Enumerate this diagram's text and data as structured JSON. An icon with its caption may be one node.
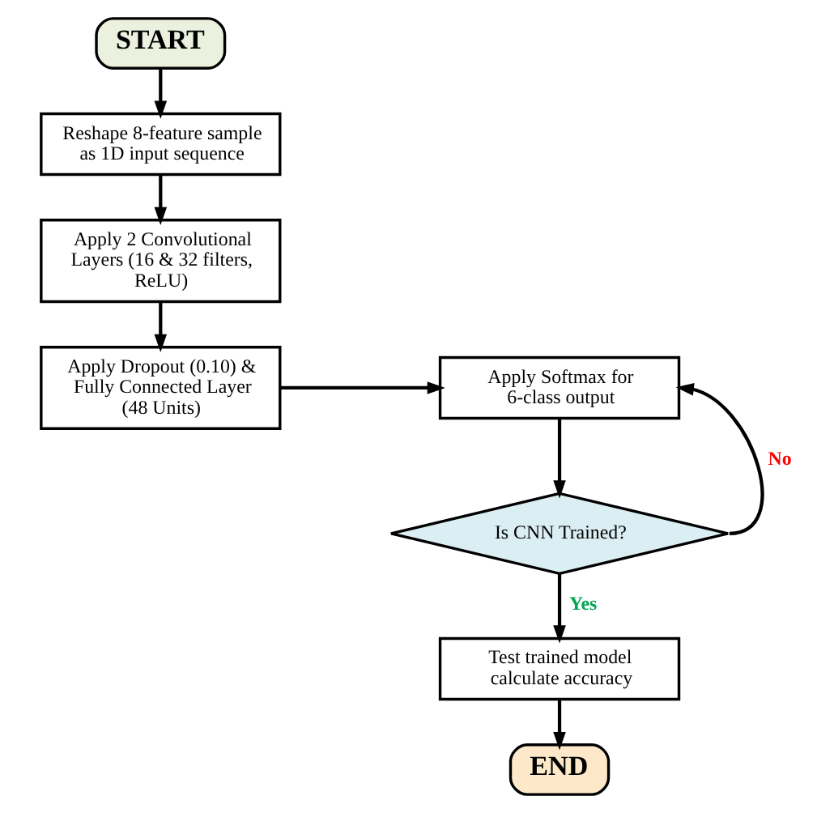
{
  "diagram": {
    "nodes": [
      {
        "text": [
          "START"
        ]
      },
      {
        "text": [
          "Reshape 8-feature sample as 1D input sequence"
        ]
      },
      {
        "text": [
          "Apply 2 Convolutional Layers (16 & 32 filters, ReLU)"
        ]
      },
      {
        "text": [
          "Apply Dropout (0.10) & Fully Connected Layer (48 Units)"
        ]
      },
      {
        "text": [
          "Apply Softmax for 6-class output"
        ]
      },
      {
        "text": [
          "Is CNN Trained?"
        ]
      },
      {
        "text": [
          "Test trained model calculate accuracy"
        ]
      },
      {
        "text": [
          "END"
        ]
      }
    ],
    "edges": [
      {
        "from": 0,
        "to": 1,
        "arrow": "to"
      },
      {
        "from": 1,
        "to": 2,
        "arrow": "to"
      },
      {
        "from": 2,
        "to": 3,
        "arrow": "to"
      },
      {
        "from": 3,
        "to": 4,
        "arrow": "to"
      },
      {
        "from": 4,
        "to": 5,
        "arrow": "to"
      },
      {
        "from": 5,
        "to": 6,
        "arrow": "to",
        "label": "Yes"
      },
      {
        "from": 5,
        "to": 4,
        "arrow": "to",
        "label": "No"
      },
      {
        "from": 6,
        "to": 7,
        "arrow": "to"
      }
    ]
  }
}
